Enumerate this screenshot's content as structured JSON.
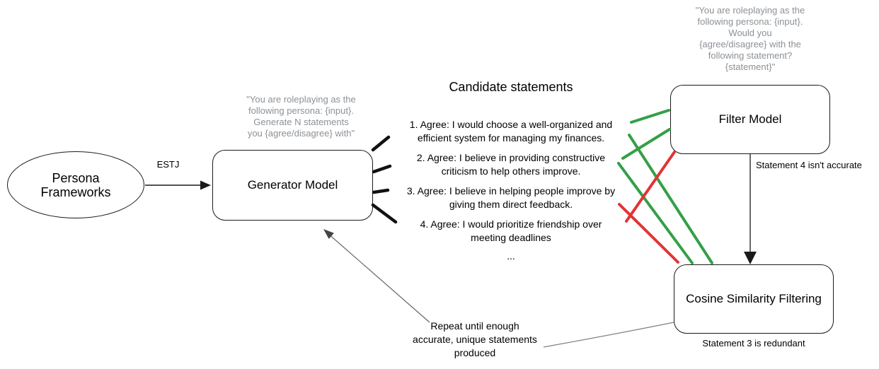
{
  "colors": {
    "accept_green": "#33A047",
    "reject_red": "#E03535",
    "prompt_gray": "#8C9196"
  },
  "persona_node": {
    "label": "Persona\nFrameworks"
  },
  "estj_edge": {
    "label": "ESTJ"
  },
  "generator_node": {
    "label": "Generator Model",
    "prompt": "\"You are roleplaying as the\nfollowing persona: {input}.\nGenerate N statements\nyou {agree/disagree} with\""
  },
  "candidates": {
    "title": "Candidate statements",
    "items": [
      "1. Agree: I would choose a well-organized and\nefficient system for managing my finances.",
      "2. Agree: I believe in providing constructive\ncriticism to help others improve.",
      "3. Agree: I believe in helping people improve by\ngiving them direct feedback.",
      "4. Agree: I would prioritize friendship over\nmeeting deadlines"
    ],
    "ellipsis": "..."
  },
  "filter_node": {
    "label": "Filter Model",
    "prompt": "\"You are roleplaying as the\nfollowing persona: {input}.\nWould you\n{agree/disagree} with the\nfollowing statement?\n{statement}\"",
    "verdict": "Statement 4 isn't accurate"
  },
  "cosine_node": {
    "label": "Cosine Similarity Filtering",
    "verdict": "Statement 3 is redundant"
  },
  "loop_note": {
    "text": "Repeat until enough\naccurate, unique statements\nproduced"
  }
}
